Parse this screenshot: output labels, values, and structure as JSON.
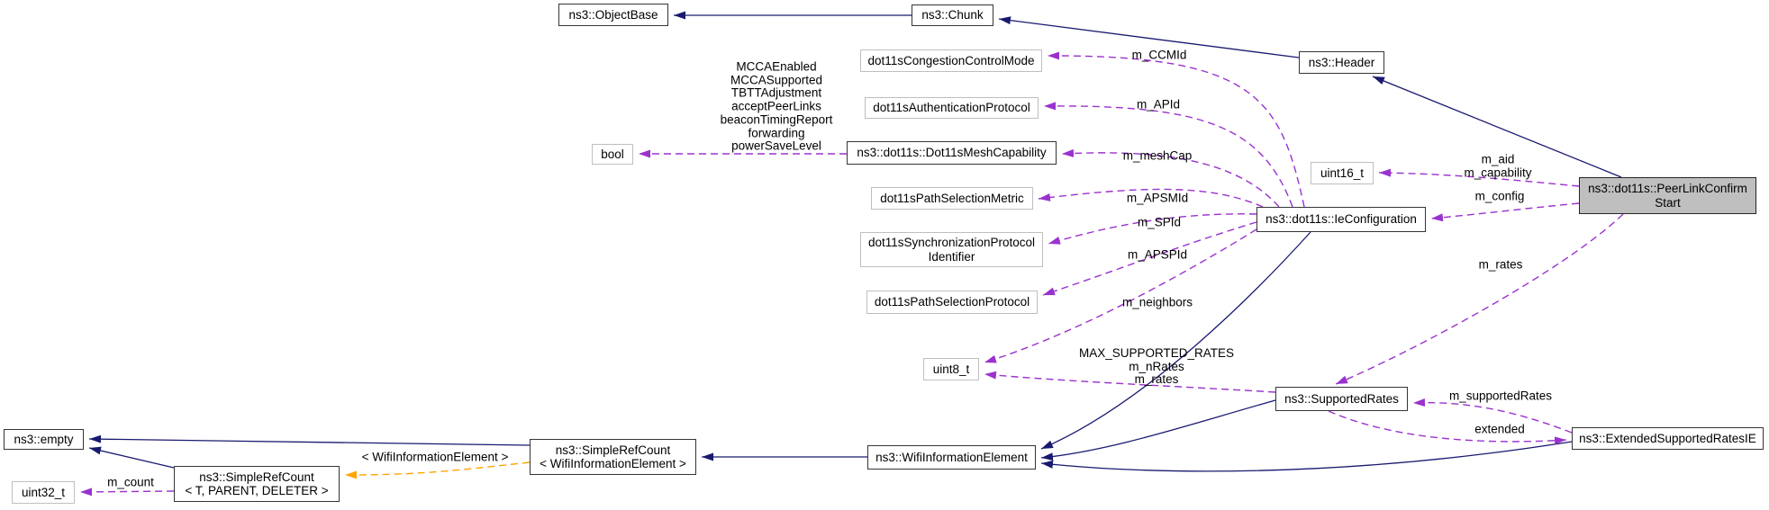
{
  "colors": {
    "inheritance": "#191970",
    "usage": "#9a32cd",
    "template": "#ffa500",
    "highlight_fill": "#bfbfbf",
    "node_border": "#353535",
    "type_node_border": "#bfbfbf"
  },
  "nodes": {
    "object_base": {
      "label": "ns3::ObjectBase"
    },
    "chunk": {
      "label": "ns3::Chunk"
    },
    "header": {
      "label": "ns3::Header"
    },
    "congestion": {
      "label": "dot11sCongestionControlMode"
    },
    "auth": {
      "label": "dot11sAuthenticationProtocol"
    },
    "bool": {
      "label": "bool"
    },
    "mesh_cap": {
      "label": "ns3::dot11s::Dot11sMeshCapability"
    },
    "psm": {
      "label": "dot11sPathSelectionMetric"
    },
    "spi": {
      "label": "dot11sSynchronizationProtocol\nIdentifier"
    },
    "psp": {
      "label": "dot11sPathSelectionProtocol"
    },
    "uint16": {
      "label": "uint16_t"
    },
    "ieconf": {
      "label": "ns3::dot11s::IeConfiguration"
    },
    "peerlink": {
      "label": "ns3::dot11s::PeerLinkConfirm\nStart"
    },
    "uint8": {
      "label": "uint8_t"
    },
    "supported": {
      "label": "ns3::SupportedRates"
    },
    "extended": {
      "label": "ns3::ExtendedSupportedRatesIE"
    },
    "empty": {
      "label": "ns3::empty"
    },
    "uint32": {
      "label": "uint32_t"
    },
    "src_t": {
      "label": "ns3::SimpleRefCount\n< T, PARENT, DELETER >"
    },
    "src_wie": {
      "label": "ns3::SimpleRefCount\n< WifiInformationElement >"
    },
    "wifi_ie": {
      "label": "ns3::WifiInformationElement"
    }
  },
  "edge_labels": {
    "m_ccmid": "m_CCMId",
    "m_apid": "m_APId",
    "m_meshcap": "m_meshCap",
    "m_apsmid": "m_APSMId",
    "m_spid": "m_SPId",
    "m_apspid": "m_APSPId",
    "m_neighbors": "m_neighbors",
    "mesh_fields": "MCCAEnabled\nMCCASupported\nTBTTAdjustment\nacceptPeerLinks\nbeaconTimingReport\nforwarding\npowerSaveLevel",
    "m_aid_capability": "m_aid\nm_capability",
    "m_config": "m_config",
    "m_rates_peer": "m_rates",
    "rates_fields": "MAX_SUPPORTED_RATES\nm_nRates\nm_rates",
    "m_supported_rates": "m_supportedRates",
    "extended": "extended",
    "template_arg": "< WifiInformationElement >",
    "m_count": "m_count"
  }
}
